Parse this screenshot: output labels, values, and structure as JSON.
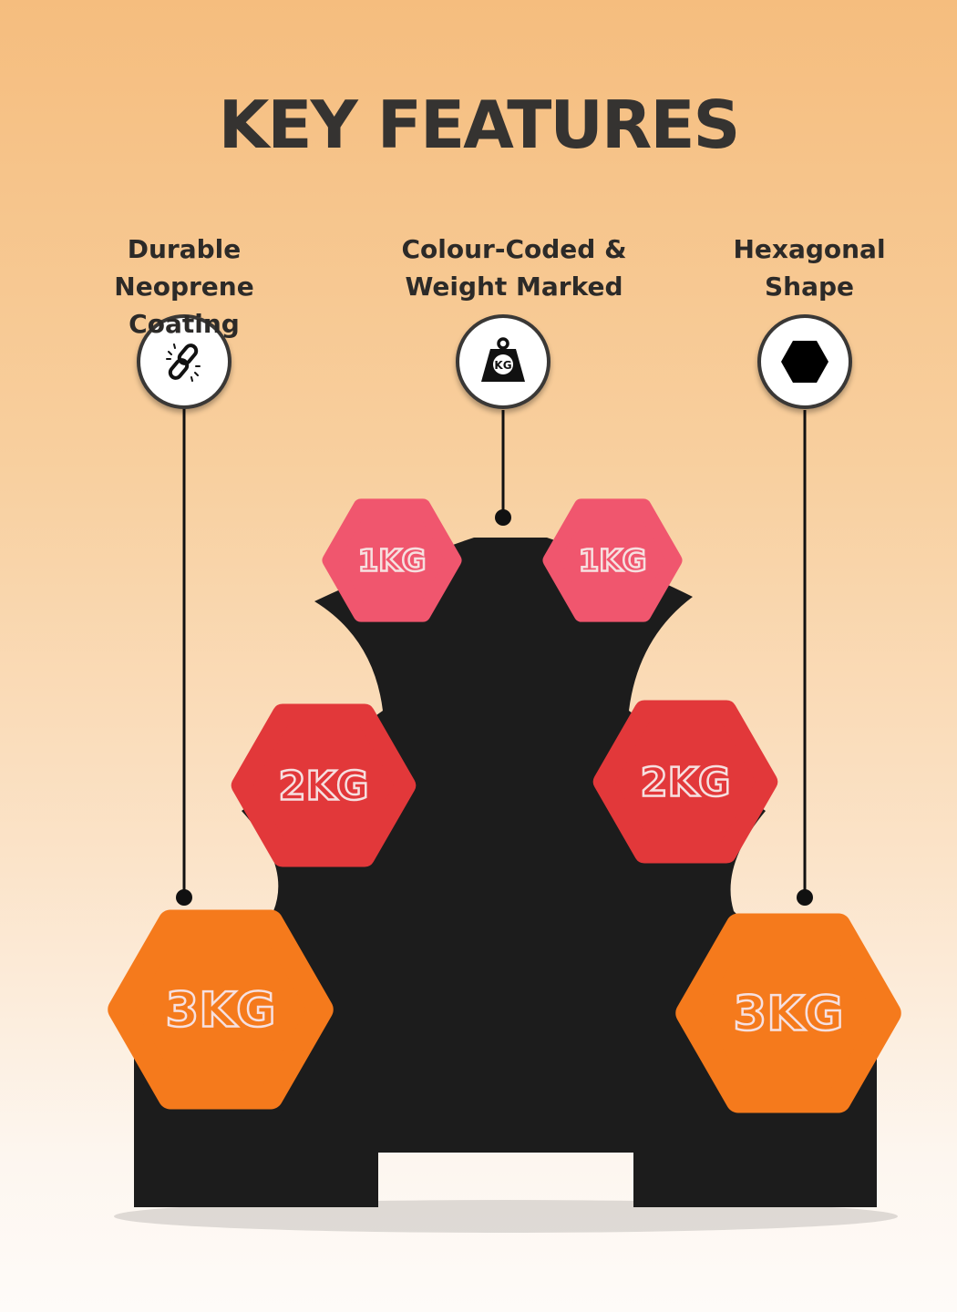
{
  "title": "KEY FEATURES",
  "features": [
    {
      "label": "Durable\nNeoprene\nCoating",
      "icon": "broken-link-icon"
    },
    {
      "label": "Colour-Coded &\nWeight Marked",
      "icon": "kg-weight-icon"
    },
    {
      "label": "Hexagonal\nShape",
      "icon": "hexagon-icon"
    }
  ],
  "kg_icon_text": "KG",
  "dumbbells": [
    {
      "weight": "1KG",
      "color": "#f0566e"
    },
    {
      "weight": "2KG",
      "color": "#e2383a"
    },
    {
      "weight": "3KG",
      "color": "#f57a1c"
    }
  ],
  "colors": {
    "rack": "#1c1c1c",
    "title": "#353331"
  }
}
